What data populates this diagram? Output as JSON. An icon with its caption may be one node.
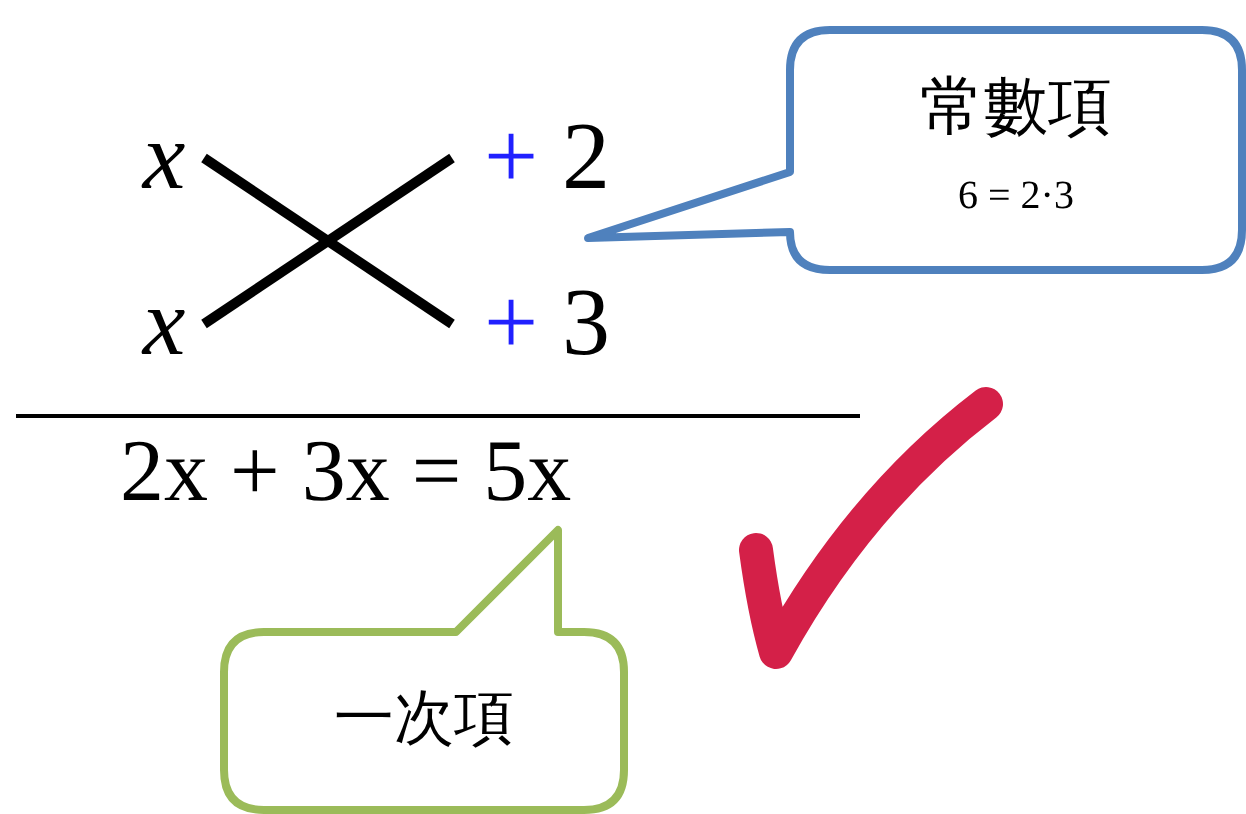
{
  "diagram": {
    "nodes": [
      {
        "text": [
          "x"
        ]
      },
      {
        "text": [
          "+ 2"
        ]
      },
      {
        "text": [
          "x"
        ]
      },
      {
        "text": [
          "+ 3"
        ]
      },
      {
        "text": [
          "常數項",
          "6 = 2·3"
        ]
      },
      {
        "text": [
          "一次項"
        ]
      }
    ],
    "edges": [
      {
        "from": 0,
        "to": 3,
        "arrow": "none"
      },
      {
        "from": 2,
        "to": 1,
        "arrow": "none"
      }
    ],
    "labels": [
      "2x + 3x = 5x"
    ]
  }
}
